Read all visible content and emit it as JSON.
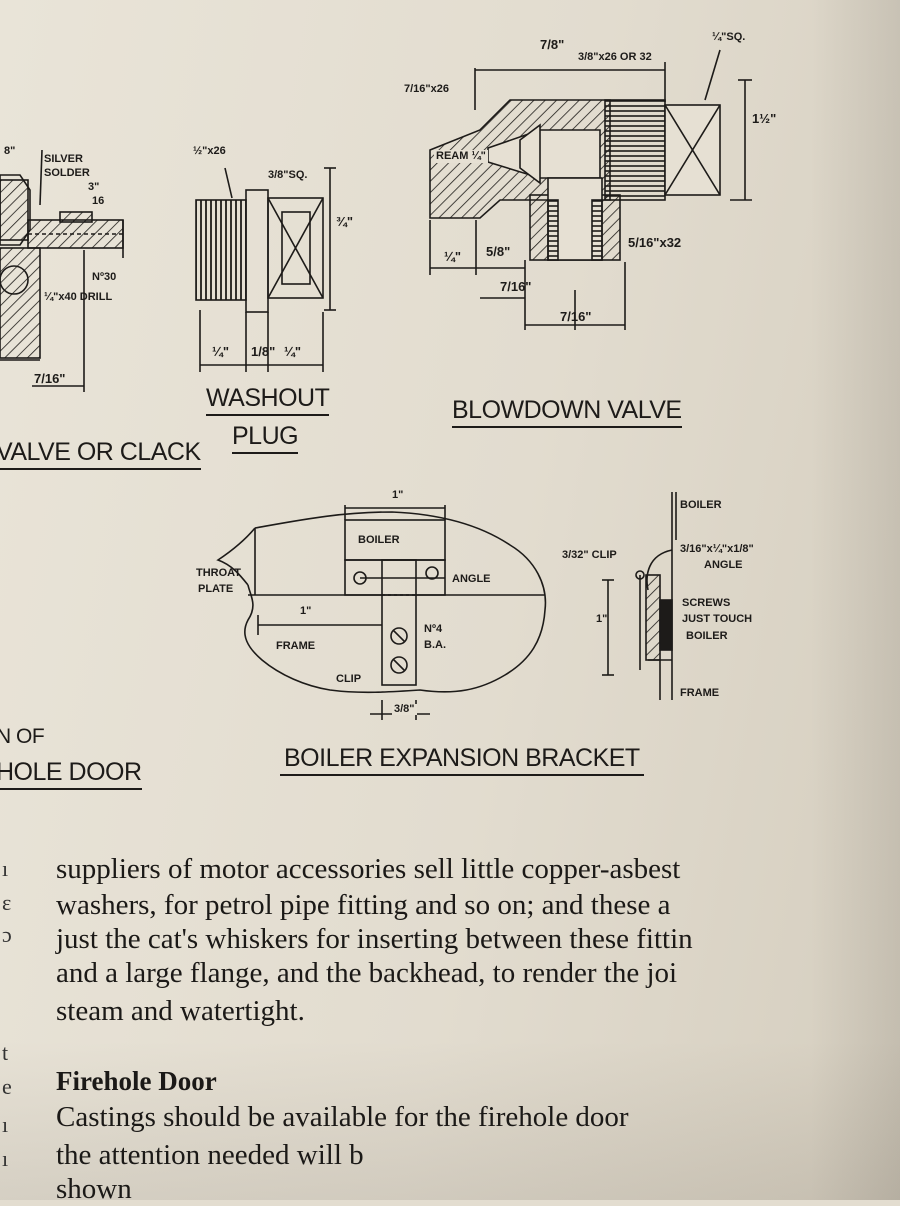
{
  "drawings": {
    "clack": {
      "labels": [
        "8\"",
        "SILVER",
        "SOLDER",
        "3\"",
        "16",
        "Nº30",
        "¼\"x40 DRILL",
        "7/16\""
      ],
      "caption": "VALVE OR CLACK"
    },
    "washout": {
      "labels": [
        "½\"x26",
        "3/8\"SQ.",
        "¾\"",
        "¼\"",
        "1/8\"",
        "¼\""
      ],
      "caption_line1": "WASHOUT",
      "caption_line2": "PLUG"
    },
    "blowdown": {
      "labels": [
        "7/8\"",
        "¼\"SQ.",
        "3/8\"x26 OR 32",
        "7/16\"x26",
        "REAM ¼\"",
        "1½\"",
        "¼\"",
        "5/8\"",
        "7/16\"",
        "7/16\"",
        "5/16\"x32"
      ],
      "caption": "BLOWDOWN VALVE"
    },
    "firehole": {
      "caption_line1": "N OF",
      "caption_line2": "HOLE DOOR"
    },
    "bracket": {
      "labels": [
        "1\"",
        "BOILER",
        "THROAT",
        "PLATE",
        "ANGLE",
        "1\"",
        "FRAME",
        "Nº4",
        "B.A.",
        "CLIP",
        "3/8\""
      ],
      "side_labels": [
        "BOILER",
        "3/16\"x¼\"x1/8\"",
        "ANGLE",
        "3/32\" CLIP",
        "SCREWS",
        "JUST TOUCH",
        "BOILER",
        "1\"",
        "FRAME"
      ],
      "caption": "BOILER EXPANSION BRACKET"
    }
  },
  "text": {
    "paragraph": [
      "suppliers of motor accessories sell little copper-asbest",
      "washers, for petrol pipe fitting and so on; and these a",
      "just the cat's whiskers for inserting between these fittin",
      "and a large flange, and the backhead, to render the joi",
      "steam and watertight."
    ],
    "heading": "Firehole Door",
    "paragraph2": [
      "Castings should be available for the firehole door",
      "the attention needed will b",
      "shown"
    ]
  },
  "colors": {
    "paper": "#e6e0d3",
    "ink": "#1d1b19"
  }
}
